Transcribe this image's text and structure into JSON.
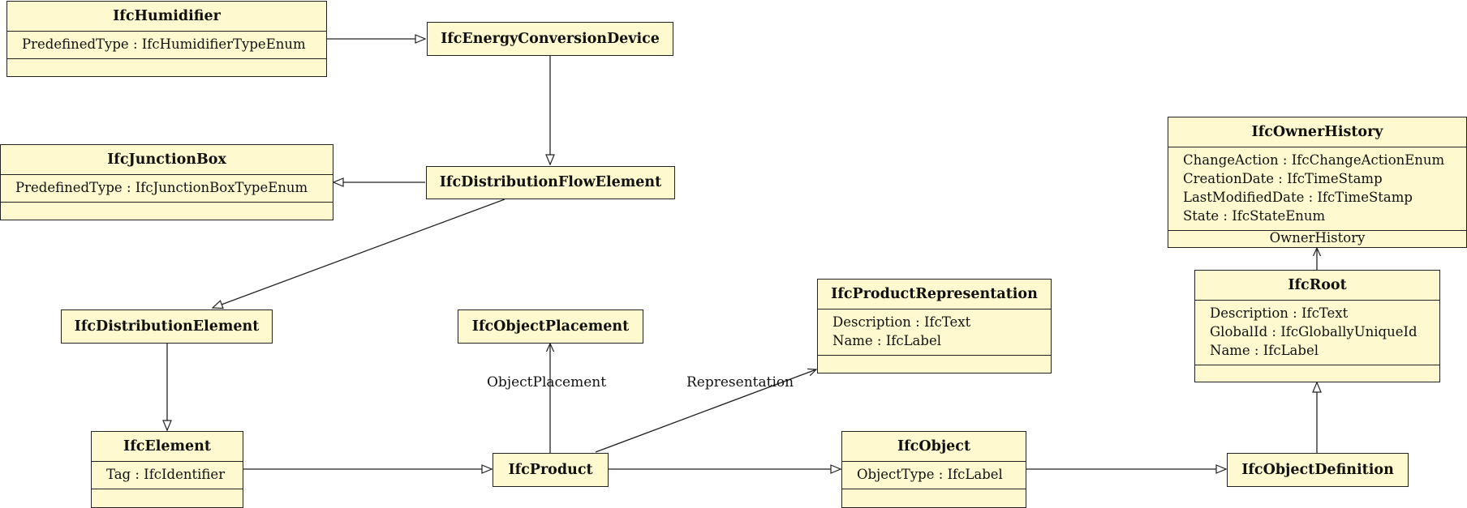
{
  "classes": {
    "humidifier": {
      "name": "IfcHumidifier",
      "attrs": [
        "PredefinedType : IfcHumidifierTypeEnum"
      ]
    },
    "energy_conversion_device": {
      "name": "IfcEnergyConversionDevice"
    },
    "junction_box": {
      "name": "IfcJunctionBox",
      "attrs": [
        "PredefinedType : IfcJunctionBoxTypeEnum"
      ]
    },
    "distribution_flow_element": {
      "name": "IfcDistributionFlowElement"
    },
    "distribution_element": {
      "name": "IfcDistributionElement"
    },
    "object_placement": {
      "name": "IfcObjectPlacement"
    },
    "product_representation": {
      "name": "IfcProductRepresentation",
      "attrs": [
        "Description : IfcText",
        "Name : IfcLabel"
      ]
    },
    "owner_history": {
      "name": "IfcOwnerHistory",
      "attrs": [
        "ChangeAction : IfcChangeActionEnum",
        "CreationDate : IfcTimeStamp",
        "LastModifiedDate : IfcTimeStamp",
        "State : IfcStateEnum"
      ],
      "ops_label": "OwnerHistory"
    },
    "root": {
      "name": "IfcRoot",
      "attrs": [
        "Description : IfcText",
        "GlobalId : IfcGloballyUniqueId",
        "Name : IfcLabel"
      ]
    },
    "element": {
      "name": "IfcElement",
      "attrs": [
        "Tag : IfcIdentifier"
      ]
    },
    "product": {
      "name": "IfcProduct"
    },
    "object": {
      "name": "IfcObject",
      "attrs": [
        "ObjectType : IfcLabel"
      ]
    },
    "object_definition": {
      "name": "IfcObjectDefinition"
    }
  },
  "associations": {
    "object_placement": "ObjectPlacement",
    "representation": "Representation"
  },
  "colors": {
    "class_fill": "#fff9d0",
    "line": "#222222"
  }
}
